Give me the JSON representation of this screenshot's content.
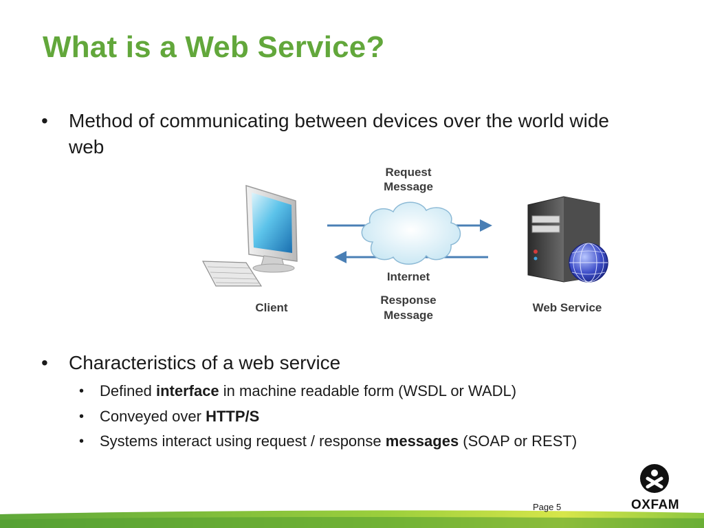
{
  "slide": {
    "title": "What is a Web Service?",
    "bullet_1": "Method of communicating between devices over the world wide web",
    "diagram": {
      "request_line_1": "Request",
      "request_line_2": "Message",
      "internet": "Internet",
      "response_line_1": "Response",
      "response_line_2": "Message",
      "client": "Client",
      "web_service": "Web Service"
    },
    "bullet_2": "Characteristics of a web service",
    "sub_1": {
      "pre": "Defined ",
      "bold": "interface",
      "post": " in machine readable form (WSDL or WADL)"
    },
    "sub_2": {
      "pre": "Conveyed over ",
      "bold": "HTTP/S",
      "post": ""
    },
    "sub_3": {
      "pre": "Systems interact using request / response ",
      "bold": "messages",
      "post": " (SOAP or REST)"
    },
    "page": "Page 5",
    "logo_text": "OXFAM"
  },
  "colors": {
    "title": "#62a73b",
    "brand_green": "#62a73b",
    "arrow_blue": "#4a7fb5"
  }
}
